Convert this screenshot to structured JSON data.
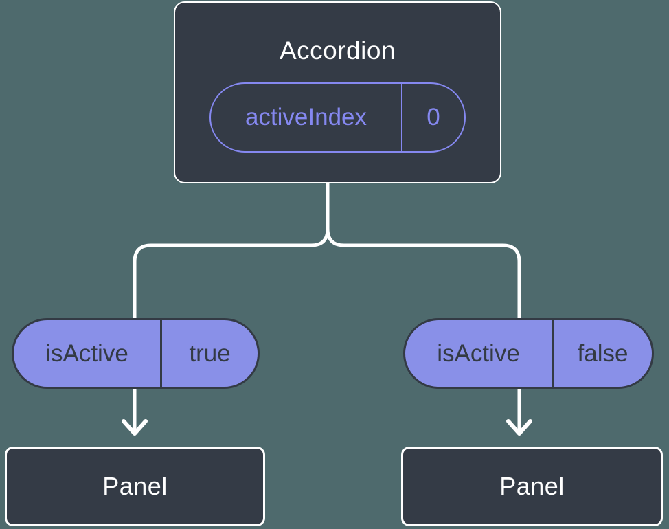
{
  "diagram": {
    "root": {
      "title": "Accordion",
      "prop": {
        "name": "activeIndex",
        "value": "0"
      }
    },
    "left_branch": {
      "prop": {
        "name": "isActive",
        "value": "true"
      },
      "child": {
        "title": "Panel"
      }
    },
    "right_branch": {
      "prop": {
        "name": "isActive",
        "value": "false"
      },
      "child": {
        "title": "Panel"
      }
    },
    "colors": {
      "background": "#4E6A6D",
      "node_fill": "#343B46",
      "node_border": "#FFFFFF",
      "prop_pill_fill": "#8990E8",
      "prop_pill_accent": "#8588F0",
      "prop_pill_text": "#333A44",
      "connector": "#FFFFFF"
    }
  }
}
